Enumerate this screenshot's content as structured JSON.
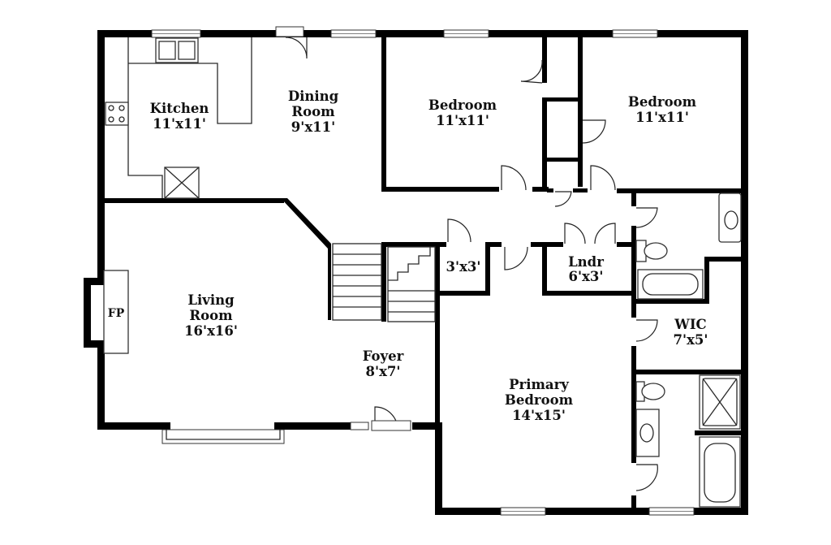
{
  "rooms": {
    "kitchen": {
      "name": "Kitchen",
      "size": "11'x11'"
    },
    "dining": {
      "name_line1": "Dining",
      "name_line2": "Room",
      "size": "9'x11'"
    },
    "bedroom1": {
      "name": "Bedroom",
      "size": "11'x11'"
    },
    "bedroom2": {
      "name": "Bedroom",
      "size": "11'x11'"
    },
    "living": {
      "name_line1": "Living",
      "name_line2": "Room",
      "size": "16'x16'"
    },
    "fireplace": {
      "name": "FP"
    },
    "closet": {
      "size": "3'x3'"
    },
    "laundry": {
      "name": "Lndr",
      "size": "6'x3'"
    },
    "wic": {
      "name": "WIC",
      "size": "7'x5'"
    },
    "foyer": {
      "name": "Foyer",
      "size": "8'x7'"
    },
    "primary": {
      "name_line1": "Primary",
      "name_line2": "Bedroom",
      "size": "14'x15'"
    }
  },
  "colors": {
    "wall": "#000000",
    "background": "#ffffff"
  }
}
